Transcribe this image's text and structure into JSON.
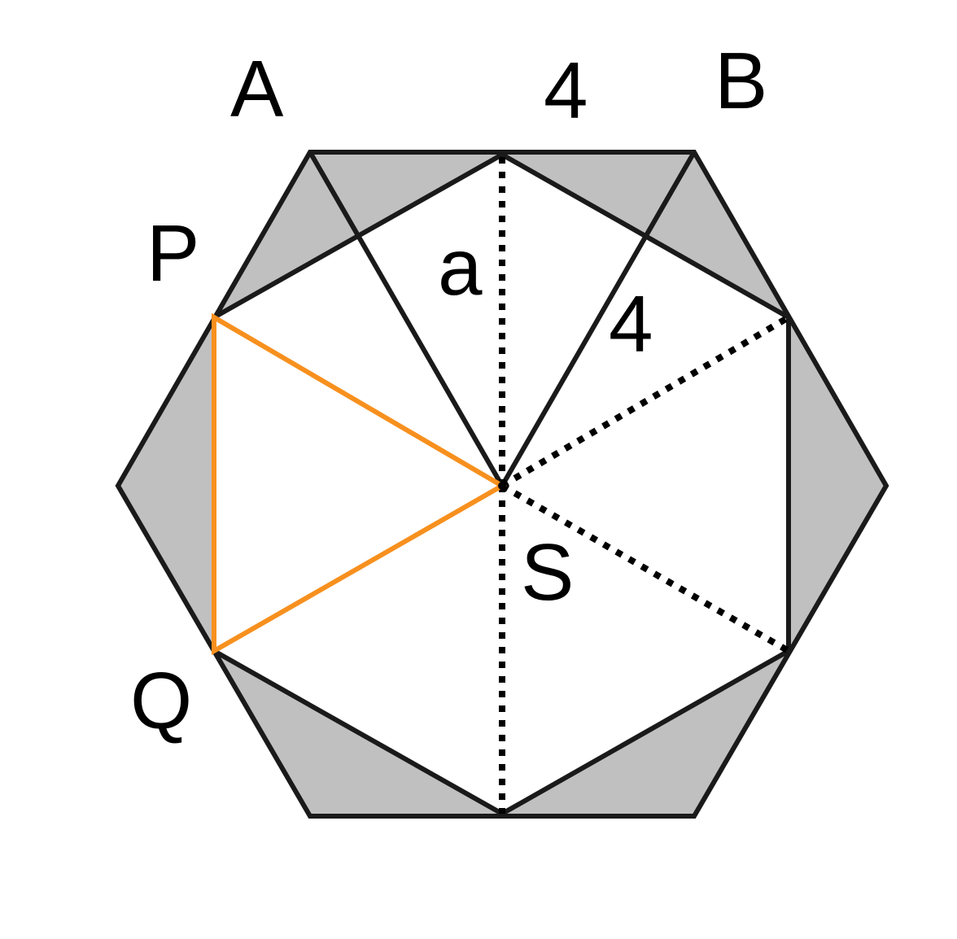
{
  "diagram": {
    "labels": {
      "vertex_a": "A",
      "vertex_b": "B",
      "vertex_p": "P",
      "vertex_q": "Q",
      "center_s": "S",
      "segment_a": "a",
      "top_length": "4",
      "inner_length": "4"
    },
    "colors": {
      "outline": "#000000",
      "shade": "#c0c0c0",
      "highlight": "#f7901e",
      "background": "#ffffff"
    }
  }
}
